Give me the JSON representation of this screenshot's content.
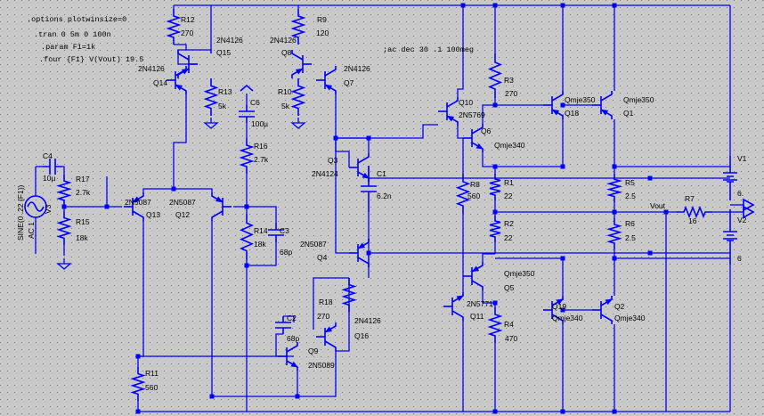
{
  "directives": [
    ".options plotwinsize=0",
    ".tran 0 5m 0 100n",
    ".param F1=1k",
    ".four {F1} V(Vout) 19.5",
    ";ac dec 30 .1 100meg"
  ],
  "source": {
    "name": "V3",
    "value": "SINE(0 .22 {F1})",
    "ac": "AC 1"
  },
  "net_labels": {
    "output": "Vout"
  },
  "resistors": [
    {
      "ref": "R12",
      "value": "270"
    },
    {
      "ref": "R9",
      "value": "120"
    },
    {
      "ref": "R13",
      "value": "5k"
    },
    {
      "ref": "R10",
      "value": "5k"
    },
    {
      "ref": "R16",
      "value": "2.7k"
    },
    {
      "ref": "R17",
      "value": "2.7k"
    },
    {
      "ref": "R15",
      "value": "18k"
    },
    {
      "ref": "R14",
      "value": "18k"
    },
    {
      "ref": "R3",
      "value": "270"
    },
    {
      "ref": "R8",
      "value": "560"
    },
    {
      "ref": "R1",
      "value": "22"
    },
    {
      "ref": "R2",
      "value": "22"
    },
    {
      "ref": "R5",
      "value": "2.5"
    },
    {
      "ref": "R6",
      "value": "2.5"
    },
    {
      "ref": "R7",
      "value": "16"
    },
    {
      "ref": "R18",
      "value": "270"
    },
    {
      "ref": "R4",
      "value": "470"
    },
    {
      "ref": "R11",
      "value": "560"
    }
  ],
  "capacitors": [
    {
      "ref": "C4",
      "value": "10µ"
    },
    {
      "ref": "C6",
      "value": "100µ"
    },
    {
      "ref": "C3",
      "value": "68p"
    },
    {
      "ref": "C1",
      "value": "6.2n"
    },
    {
      "ref": "C2",
      "value": "68p"
    }
  ],
  "transistors": [
    {
      "ref": "Q15",
      "model": "2N4126"
    },
    {
      "ref": "Q14",
      "model": "2N4126"
    },
    {
      "ref": "Q8",
      "model": "2N4126"
    },
    {
      "ref": "Q7",
      "model": "2N4126"
    },
    {
      "ref": "Q13",
      "model": "2N5087"
    },
    {
      "ref": "Q12",
      "model": "2N5087"
    },
    {
      "ref": "Q3",
      "model": "2N4124"
    },
    {
      "ref": "Q4",
      "model": "2N5087"
    },
    {
      "ref": "Q10",
      "model": "2N5769"
    },
    {
      "ref": "Q6",
      "model": "Qmje340"
    },
    {
      "ref": "Q18",
      "model": "Qmje350"
    },
    {
      "ref": "Q1",
      "model": "Qmje350"
    },
    {
      "ref": "Q5",
      "model": "Qmje350"
    },
    {
      "ref": "Q11",
      "model": "2N5771"
    },
    {
      "ref": "Q19",
      "model": "Qmje340"
    },
    {
      "ref": "Q2",
      "model": "Qmje340"
    },
    {
      "ref": "Q16",
      "model": "2N4126"
    },
    {
      "ref": "Q9",
      "model": "2N5089"
    }
  ],
  "supplies": [
    {
      "ref": "V1",
      "value": "6."
    },
    {
      "ref": "V2",
      "value": "6"
    }
  ]
}
